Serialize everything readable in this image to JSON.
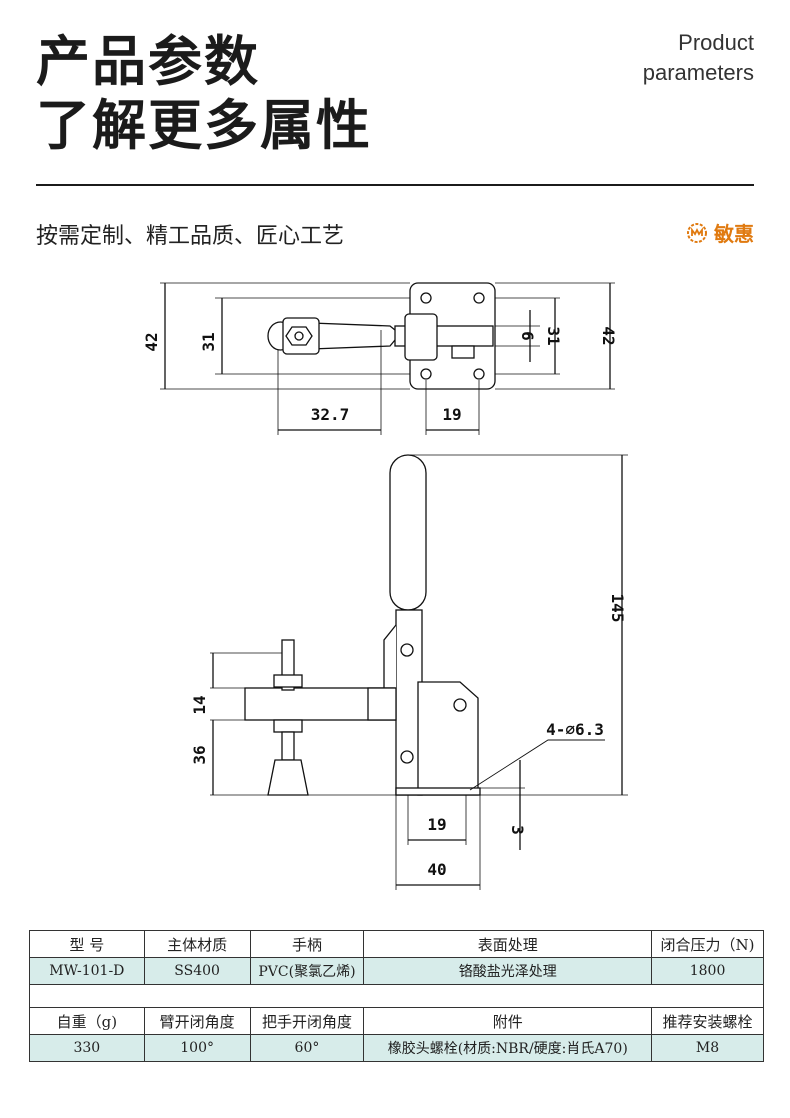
{
  "header": {
    "title_line1": "产品参数",
    "title_line2": "了解更多属性",
    "subtitle_en_line1": "Product",
    "subtitle_en_line2": "parameters"
  },
  "tagline": "按需定制、精工品质、匠心工艺",
  "brand": {
    "name": "敏惠",
    "color": "#e07a10",
    "icon": "brand-logo-icon"
  },
  "dimensions": {
    "top_left_height": "42",
    "top_inner_height": "31",
    "top_slot": "6",
    "top_right_inner": "31",
    "top_right_height": "42",
    "top_arm_length": "32.7",
    "top_base_width": "19",
    "total_height": "145",
    "spindle_height": "14",
    "arm_height": "36",
    "holes": "4-⌀6.3",
    "base_inner_width": "19",
    "base_thickness": "3",
    "base_width": "40"
  },
  "specs": {
    "row1_headers": [
      "型 号",
      "主体材质",
      "手柄",
      "表面处理",
      "闭合压力（N)"
    ],
    "row1_values": [
      "MW-101-D",
      "SS400",
      "PVC(聚氯乙烯)",
      "铬酸盐光泽处理",
      "1800"
    ],
    "row2_headers": [
      "自重（g)",
      "臂开闭角度",
      "把手开闭角度",
      "附件",
      "推荐安装螺栓"
    ],
    "row2_values": [
      "330",
      "100°",
      "60°",
      "橡胶头螺栓(材质:NBR/硬度:肖氏A70)",
      "M8"
    ]
  }
}
